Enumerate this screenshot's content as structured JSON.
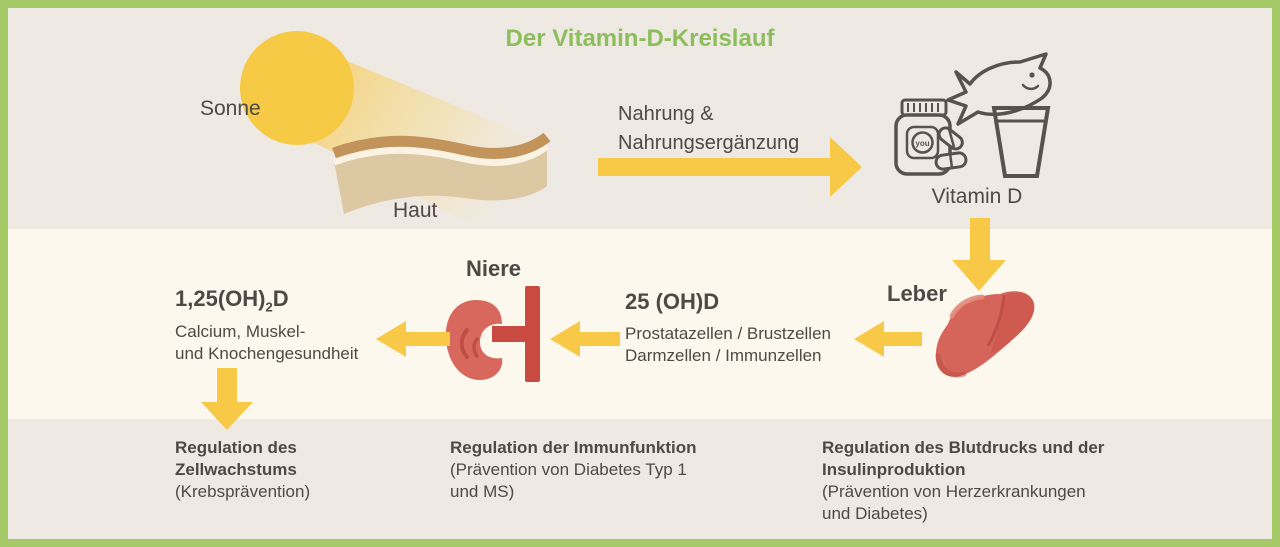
{
  "title": "Der Vitamin-D-Kreislauf",
  "colors": {
    "border_green": "#a5c966",
    "title_green": "#8cbf5b",
    "band_top": "#efe9e4",
    "band_middle": "#fdf8ee",
    "band_bottom": "#efe9e4",
    "arrow_yellow": "#f8c947",
    "sun_yellow": "#f7ca45",
    "text_dark": "#4d4945",
    "skin_brown": "#c2945c",
    "skin_tan": "#dcc8a3",
    "kidney_red": "#d8685e",
    "vessel_red": "#c94a40",
    "liver_red": "#d5655b",
    "icon_outline": "#57524c"
  },
  "sun_section": {
    "sun_label": "Sonne",
    "skin_label": "Haut"
  },
  "intake": {
    "arrow_line1": "Nahrung &",
    "arrow_line2": "Nahrungsergänzung",
    "result_label": "Vitamin D",
    "jar_logo_text": "you"
  },
  "liver_stage": {
    "organ_label": "Leber",
    "metabolite": "25 (OH)D",
    "targets_line1": "Prostatazellen / Brustzellen",
    "targets_line2": "Darmzellen / Immunzellen"
  },
  "kidney_stage": {
    "organ_label": "Niere",
    "metabolite_pre": "1,25(OH)",
    "metabolite_sub": "2",
    "metabolite_post": "D",
    "effects_line1": "Calcium, Muskel-",
    "effects_line2": "und Knochengesundheit"
  },
  "outcomes": {
    "col1": {
      "line1": "Regulation des",
      "line2": "Zellwachstums",
      "line3": "(Krebsprävention)"
    },
    "col2": {
      "line1": "Regulation der Immunfunktion",
      "line2": "(Prävention von Diabetes Typ 1",
      "line3": "und MS)"
    },
    "col3": {
      "line1": "Regulation des Blutdrucks und der",
      "line2": "Insulinproduktion",
      "line3": "(Prävention von Herzerkrankungen",
      "line4": "und Diabetes)"
    }
  },
  "icons": {
    "sun": "sun-icon",
    "sunbeam": "sunbeam-icon",
    "skin": "skin-layers-icon",
    "supplement_jar": "supplement-jar-icon",
    "fish": "fish-icon",
    "glass": "water-glass-icon",
    "kidney": "kidney-icon",
    "liver": "liver-icon"
  }
}
